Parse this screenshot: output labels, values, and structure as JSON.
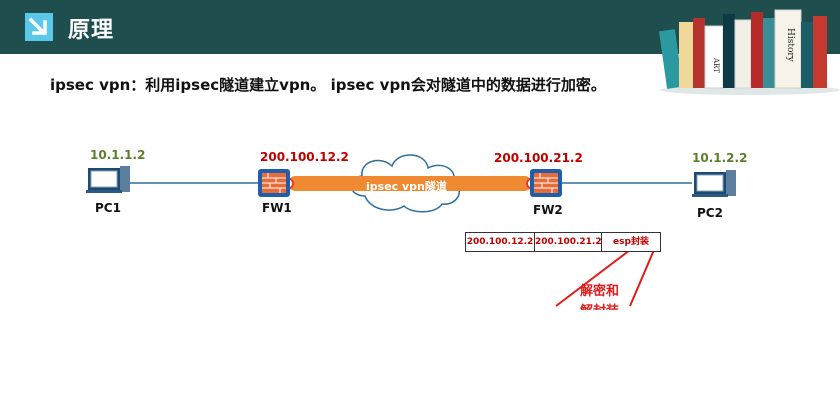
{
  "header": {
    "title": "原理",
    "bg_color": "#1f4e4f",
    "icon": "arrow-down-right-icon"
  },
  "books": {
    "spines": [
      "ART",
      "History"
    ]
  },
  "subtitle": "ipsec vpn：利用ipsec隧道建立vpn。 ipsec vpn会对隧道中的数据进行加密。",
  "diagram": {
    "pc1": {
      "ip": "10.1.1.2",
      "label": "PC1"
    },
    "fw1": {
      "ip": "200.100.12.2",
      "label": "FW1"
    },
    "fw2": {
      "ip": "200.100.21.2",
      "label": "FW2"
    },
    "pc2": {
      "ip": "10.1.2.2",
      "label": "PC2"
    },
    "tunnel_label": "ipsec vpn隧道",
    "packet": [
      "200.100.12.2",
      "200.100.21.2",
      "esp封装"
    ],
    "note_line1": "解密和",
    "note_line2": "解封装"
  }
}
